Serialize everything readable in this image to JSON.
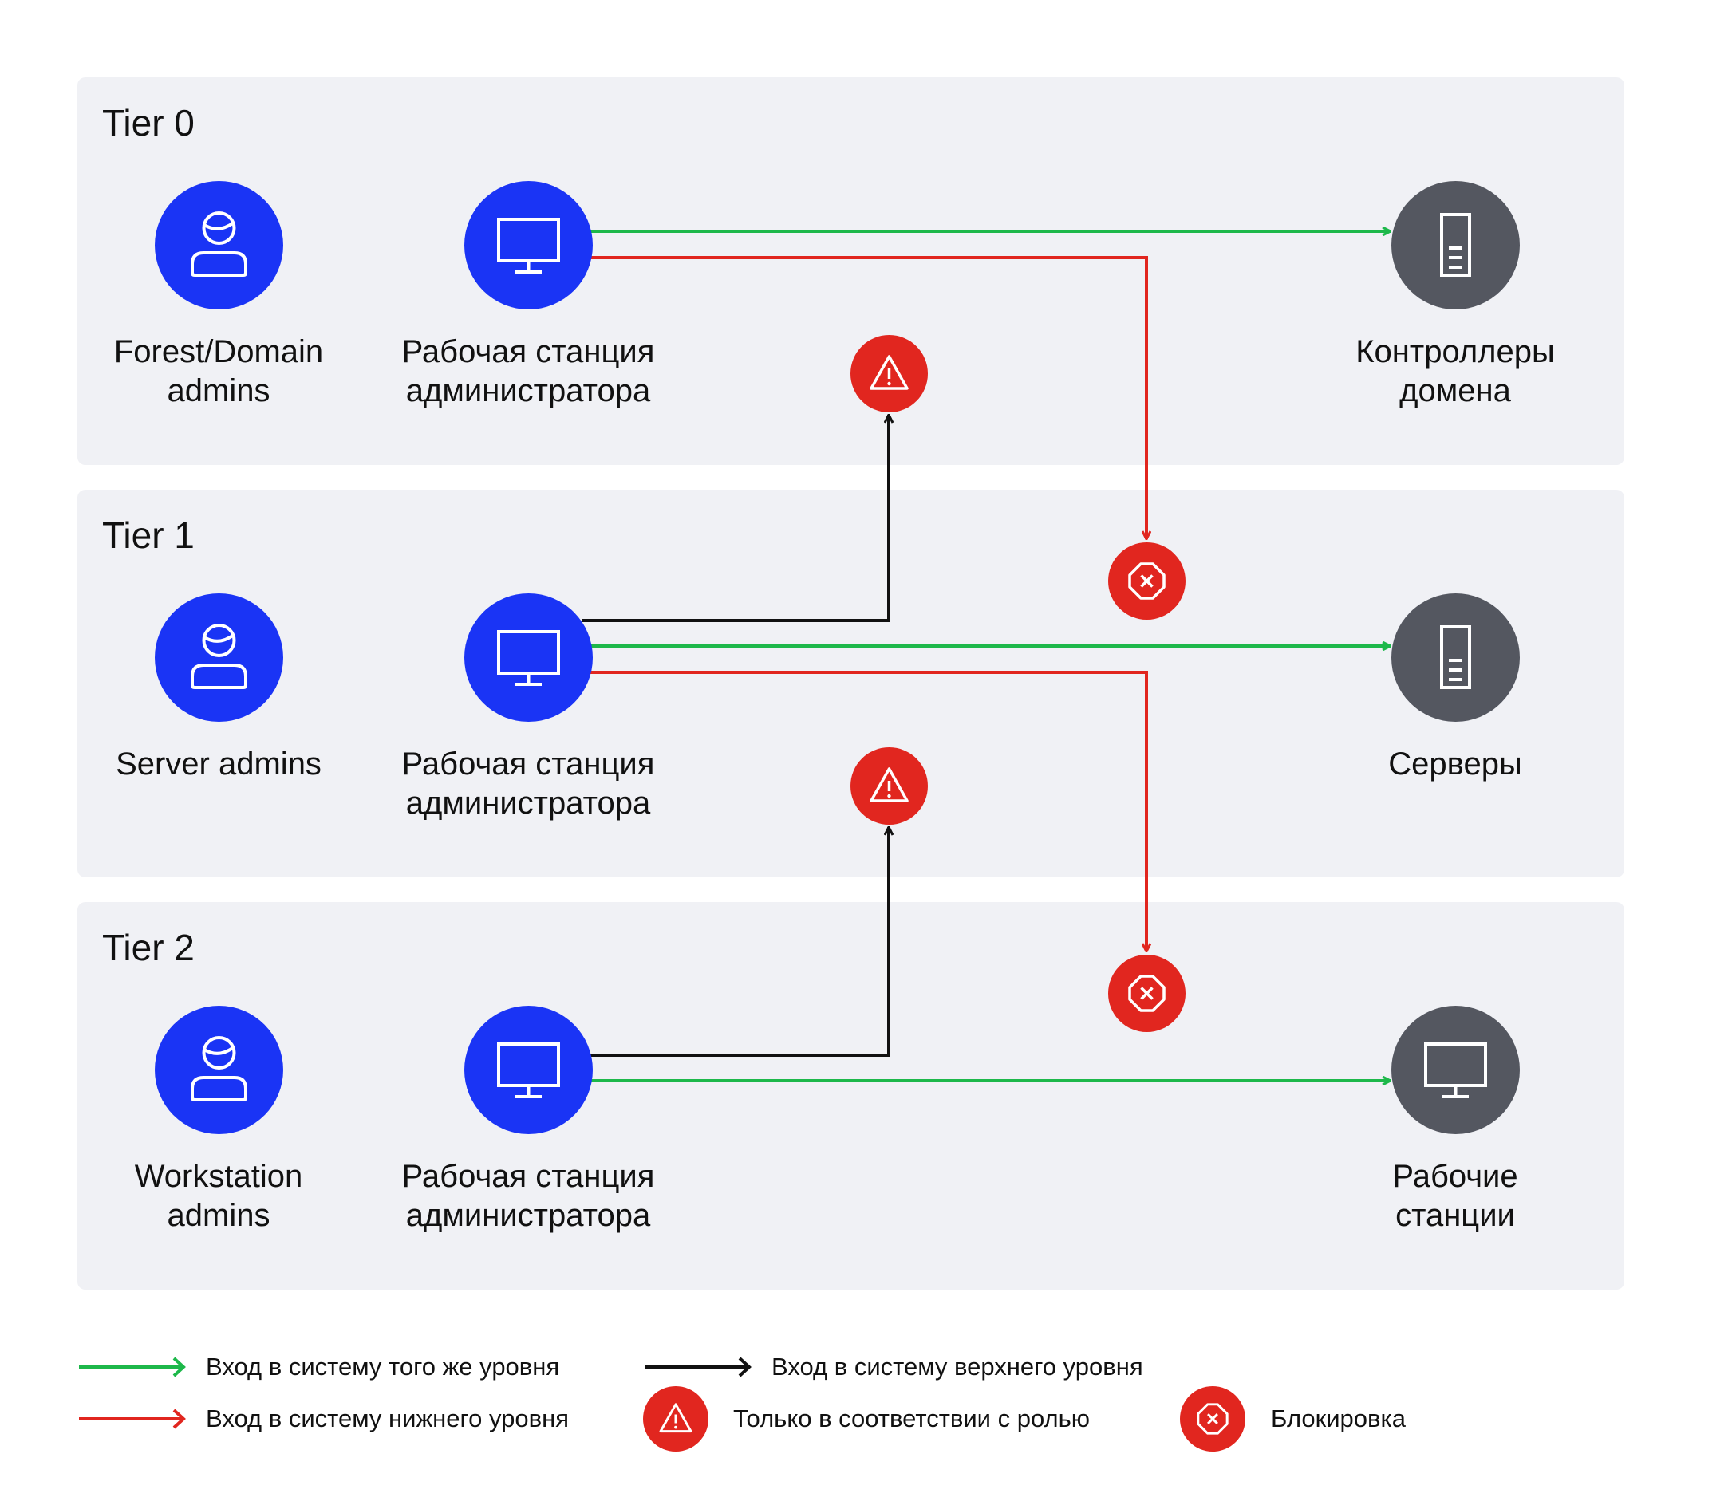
{
  "tiers": [
    {
      "title": "Tier 0",
      "admin_label": "Forest/Domain\nadmins",
      "workstation_label": "Рабочая станция\nадминистратора",
      "target_label": "Контроллеры\nдомена"
    },
    {
      "title": "Tier 1",
      "admin_label": "Server admins",
      "workstation_label": "Рабочая станция\nадминистратора",
      "target_label": "Серверы"
    },
    {
      "title": "Tier 2",
      "admin_label": "Workstation\nadmins",
      "workstation_label": "Рабочая станция\nадминистратора",
      "target_label": "Рабочие\nстанции"
    }
  ],
  "legend": {
    "same_level": "Вход в систему того же уровня",
    "upper_level": "Вход в систему верхнего уровня",
    "lower_level": "Вход в систему нижнего уровня",
    "role_only": "Только в соответствии с ролью",
    "blocked": "Блокировка"
  },
  "colors": {
    "admin_node": "#1a34f5",
    "target_node": "#545760",
    "tier_background": "#f0f1f5",
    "same_level_arrow": "#1db84a",
    "upper_level_arrow": "#111111",
    "lower_level_arrow": "#e1261f",
    "badge": "#e1261f"
  },
  "icons": {
    "admin": "user-icon",
    "workstation": "monitor-icon",
    "tier0_target": "server-icon",
    "tier1_target": "server-icon",
    "tier2_target": "monitor-icon",
    "role_only": "warning-icon",
    "blocked": "blocked-icon"
  }
}
